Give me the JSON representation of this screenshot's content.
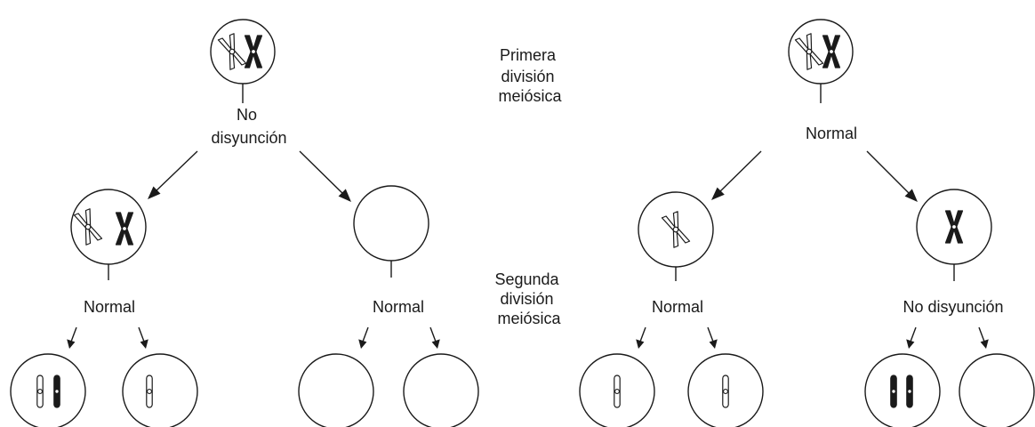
{
  "stage_labels": {
    "first_division": [
      "Primera",
      "división",
      "meiósica"
    ],
    "second_division": [
      "Segunda",
      "división",
      "meiósica"
    ]
  },
  "left_pathway": {
    "first_division_outcome": [
      "No",
      "disyunción"
    ],
    "second_division_outcome_a": "Normal",
    "second_division_outcome_b": "Normal"
  },
  "right_pathway": {
    "first_division_outcome": "Normal",
    "second_division_outcome_a": "Normal",
    "second_division_outcome_b": "No disyunción"
  },
  "colors": {
    "ink": "#1a1a1a",
    "background": "#ffffff",
    "homolog_light": "#ffffff",
    "homolog_dark": "#1a1a1a"
  },
  "icons": {
    "replicated_chromosome_light": "x-chromosome-outline-icon",
    "replicated_chromosome_dark": "x-chromosome-solid-icon",
    "chromatid_light": "rod-chromatid-outline-icon",
    "chromatid_dark": "rod-chromatid-solid-icon"
  }
}
